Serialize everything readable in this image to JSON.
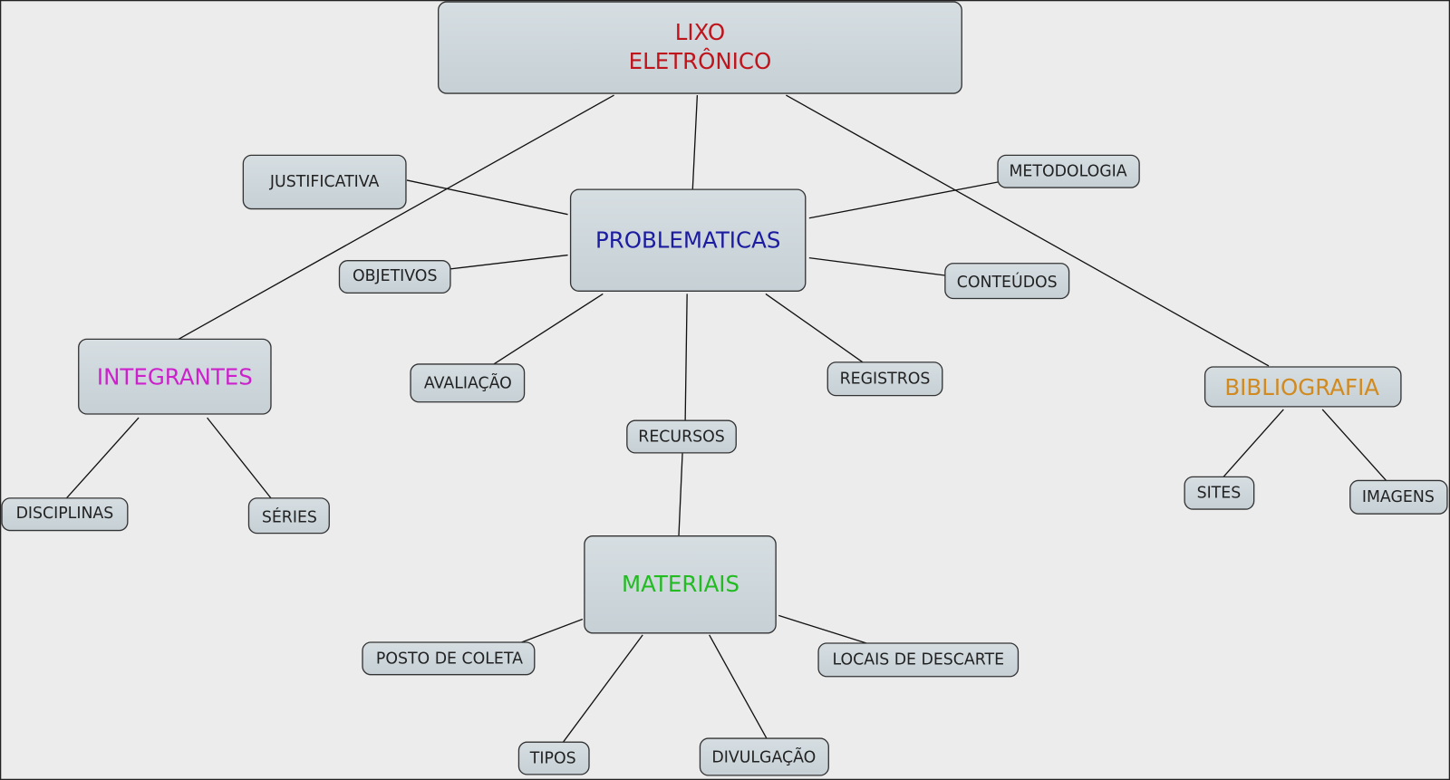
{
  "root": {
    "line1": "LIXO",
    "line2": "ELETRÔNICO",
    "color": "#c0141c"
  },
  "nodes": {
    "problematicas": {
      "label": "PROBLEMATICAS",
      "color": "#1c1ca0"
    },
    "integrantes": {
      "label": "INTEGRANTES",
      "color": "#cc22cc"
    },
    "bibliografia": {
      "label": "BIBLIOGRAFIA",
      "color": "#d08a20"
    },
    "materiais": {
      "label": "MATERIAIS",
      "color": "#22bb22"
    },
    "justificativa": {
      "label": "JUSTIFICATIVA"
    },
    "metodologia": {
      "label": "METODOLOGIA"
    },
    "objetivos": {
      "label": "OBJETIVOS"
    },
    "conteudos": {
      "label": "CONTEÚDOS"
    },
    "avaliacao": {
      "label": "AVALIAÇÃO"
    },
    "registros": {
      "label": "REGISTROS"
    },
    "recursos": {
      "label": "RECURSOS"
    },
    "disciplinas": {
      "label": "DISCIPLINAS"
    },
    "series": {
      "label": "SÉRIES"
    },
    "sites": {
      "label": "SITES"
    },
    "imagens": {
      "label": "IMAGENS"
    },
    "posto_de_coleta": {
      "label": "POSTO DE COLETA"
    },
    "locais_de_descarte": {
      "label": "LOCAIS DE DESCARTE"
    },
    "tipos": {
      "label": "TIPOS"
    },
    "divulgacao": {
      "label": "DIVULGAÇÃO"
    }
  }
}
